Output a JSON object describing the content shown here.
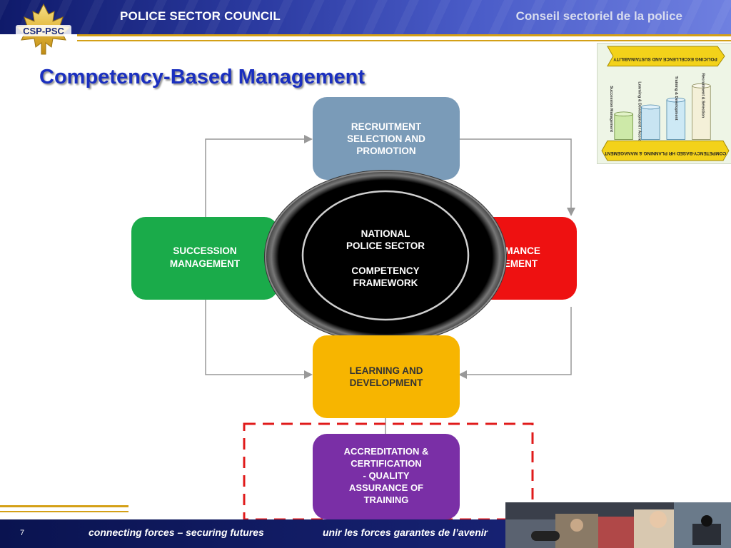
{
  "header": {
    "title_en": "POLICE SECTOR COUNCIL",
    "title_fr": "Conseil  sectoriel de la police",
    "logo_text": "CSP-PSC"
  },
  "slide": {
    "title": "Competency-Based Management"
  },
  "thumbnail": {
    "top_label": "POLICING EXCELLENCE AND SUSTAINABILITY",
    "bottom_label": "COMPETENCY-BASED HR PLANNING & MANAGEMENT",
    "pillars": [
      "Succession Management",
      "Learning & Development / Accreditation",
      "Training & Development",
      "Recruitment & Selection"
    ]
  },
  "diagram": {
    "center": {
      "line1": "NATIONAL",
      "line2": "POLICE SECTOR",
      "line3": "COMPETENCY",
      "line4": "FRAMEWORK"
    },
    "recruitment": {
      "line1": "RECRUITMENT",
      "line2": "SELECTION AND",
      "line3": "PROMOTION",
      "color": "#7a9bb8"
    },
    "succession": {
      "line1": "SUCCESSION",
      "line2": "MANAGEMENT",
      "color": "#1aab4a"
    },
    "performance": {
      "line1": "PERFORMANCE",
      "line2": "MANAGEMENT",
      "color": "#ee1111"
    },
    "learning": {
      "line1": "LEARNING AND",
      "line2": "DEVELOPMENT",
      "color": "#f7b500"
    },
    "accreditation": {
      "line1": "ACCREDITATION &",
      "line2": "CERTIFICATION",
      "line3": "- QUALITY",
      "line4": "ASSURANCE OF",
      "line5": "TRAINING",
      "color": "#7a2fa6"
    },
    "highlight_color": "#e01b1b"
  },
  "footer": {
    "page_number": "7",
    "tagline_en": "connecting forces – securing futures",
    "tagline_fr": "unir les forces garantes de l’avenir"
  }
}
